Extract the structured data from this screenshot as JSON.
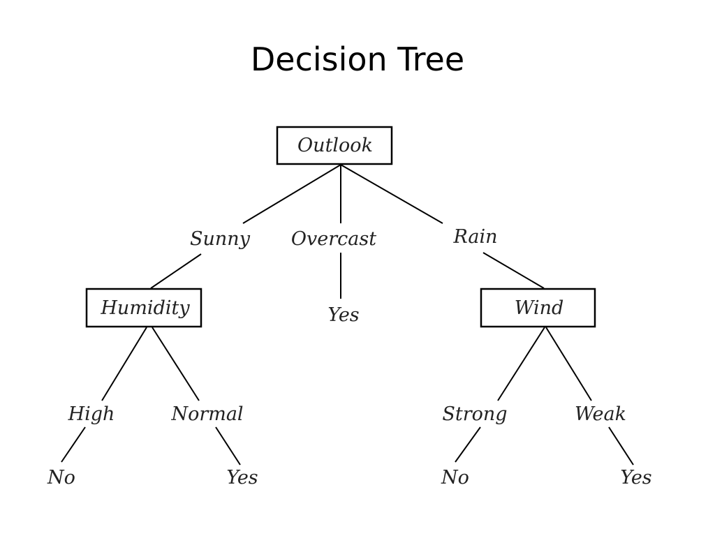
{
  "slide": {
    "title": "Decision Tree"
  },
  "tree": {
    "root": "Outlook",
    "outlook_branches": {
      "sunny": "Sunny",
      "overcast": "Overcast",
      "rain": "Rain"
    },
    "humidity": {
      "name": "Humidity",
      "high": "High",
      "normal": "Normal",
      "high_leaf": "No",
      "normal_leaf": "Yes"
    },
    "overcast_leaf": "Yes",
    "wind": {
      "name": "Wind",
      "strong": "Strong",
      "weak": "Weak",
      "strong_leaf": "No",
      "weak_leaf": "Yes"
    }
  }
}
